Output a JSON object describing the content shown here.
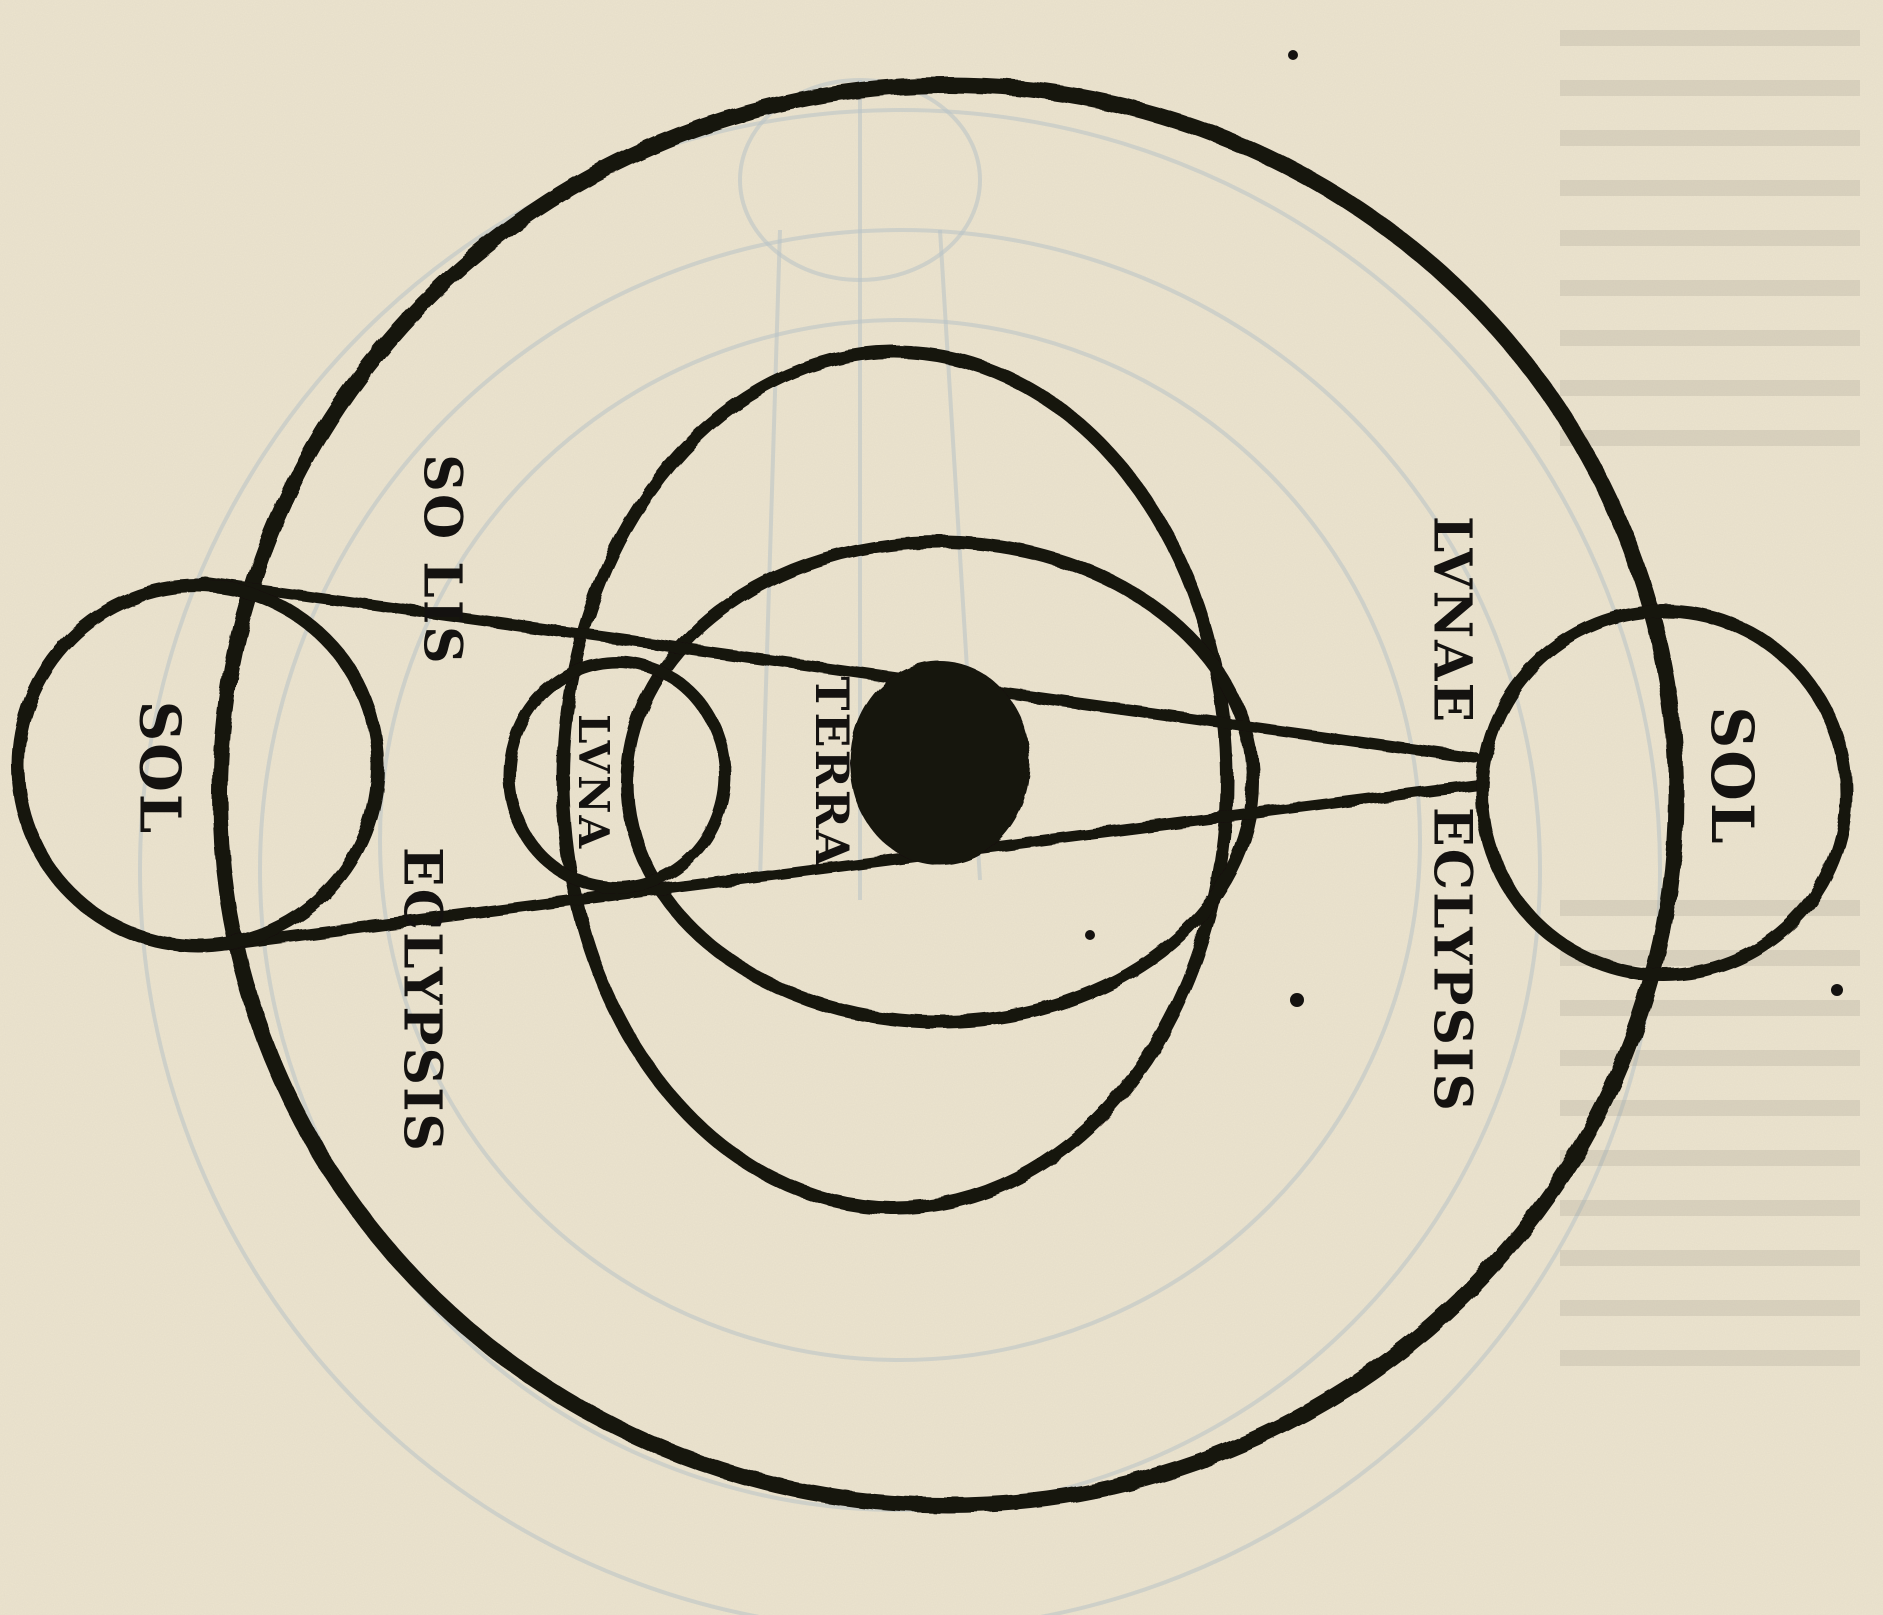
{
  "colors": {
    "paper": "#ece4cf",
    "ink": "#141210",
    "bleed_through": "#b8c2c6"
  },
  "labels": {
    "sol_left": "SOL",
    "sol_right": "SOL",
    "luna": "LVNA",
    "terra": "TERRA",
    "eclypsis_solis_part1": "ECLYPSIS",
    "eclypsis_solis_part2": "SO LIS",
    "eclypsis_lunae_part1": "ECLYPSIS",
    "eclypsis_lunae_part2": "LVNAE"
  }
}
